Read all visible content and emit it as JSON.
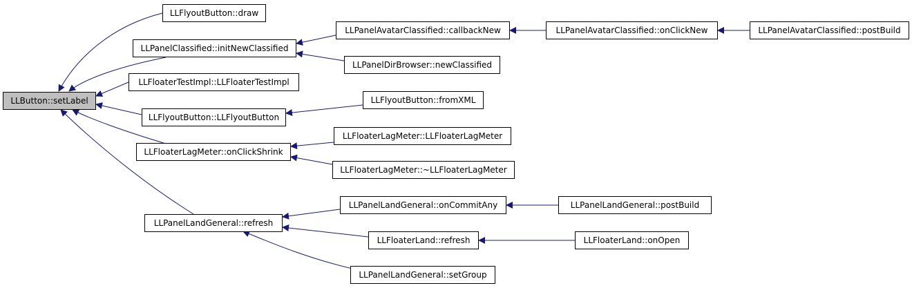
{
  "colors": {
    "edge": "#191970",
    "node_border": "#000000",
    "node_fill": "#ffffff",
    "root_fill": "#bfbfbf"
  },
  "nodes": {
    "set_label": "LLButton::setLabel",
    "flyout_draw": "LLFlyoutButton::draw",
    "init_new_classified": "LLPanelClassified::initNewClassified",
    "floater_test_impl": "LLFloaterTestImpl::LLFloaterTestImpl",
    "flyout_ctor": "LLFlyoutButton::LLFlyoutButton",
    "lag_on_click_shrink": "LLFloaterLagMeter::onClickShrink",
    "land_general_refresh": "LLPanelLandGeneral::refresh",
    "avatar_callback_new": "LLPanelAvatarClassified::callbackNew",
    "dir_new_classified": "LLPanelDirBrowser::newClassified",
    "flyout_from_xml": "LLFlyoutButton::fromXML",
    "lag_ctor": "LLFloaterLagMeter::LLFloaterLagMeter",
    "lag_dtor": "LLFloaterLagMeter::~LLFloaterLagMeter",
    "land_on_commit_any": "LLPanelLandGeneral::onCommitAny",
    "floater_land_refresh": "LLFloaterLand::refresh",
    "land_set_group": "LLPanelLandGeneral::setGroup",
    "avatar_on_click_new": "LLPanelAvatarClassified::onClickNew",
    "avatar_post_build": "LLPanelAvatarClassified::postBuild",
    "land_post_build": "LLPanelLandGeneral::postBuild",
    "floater_land_on_open": "LLFloaterLand::onOpen"
  }
}
